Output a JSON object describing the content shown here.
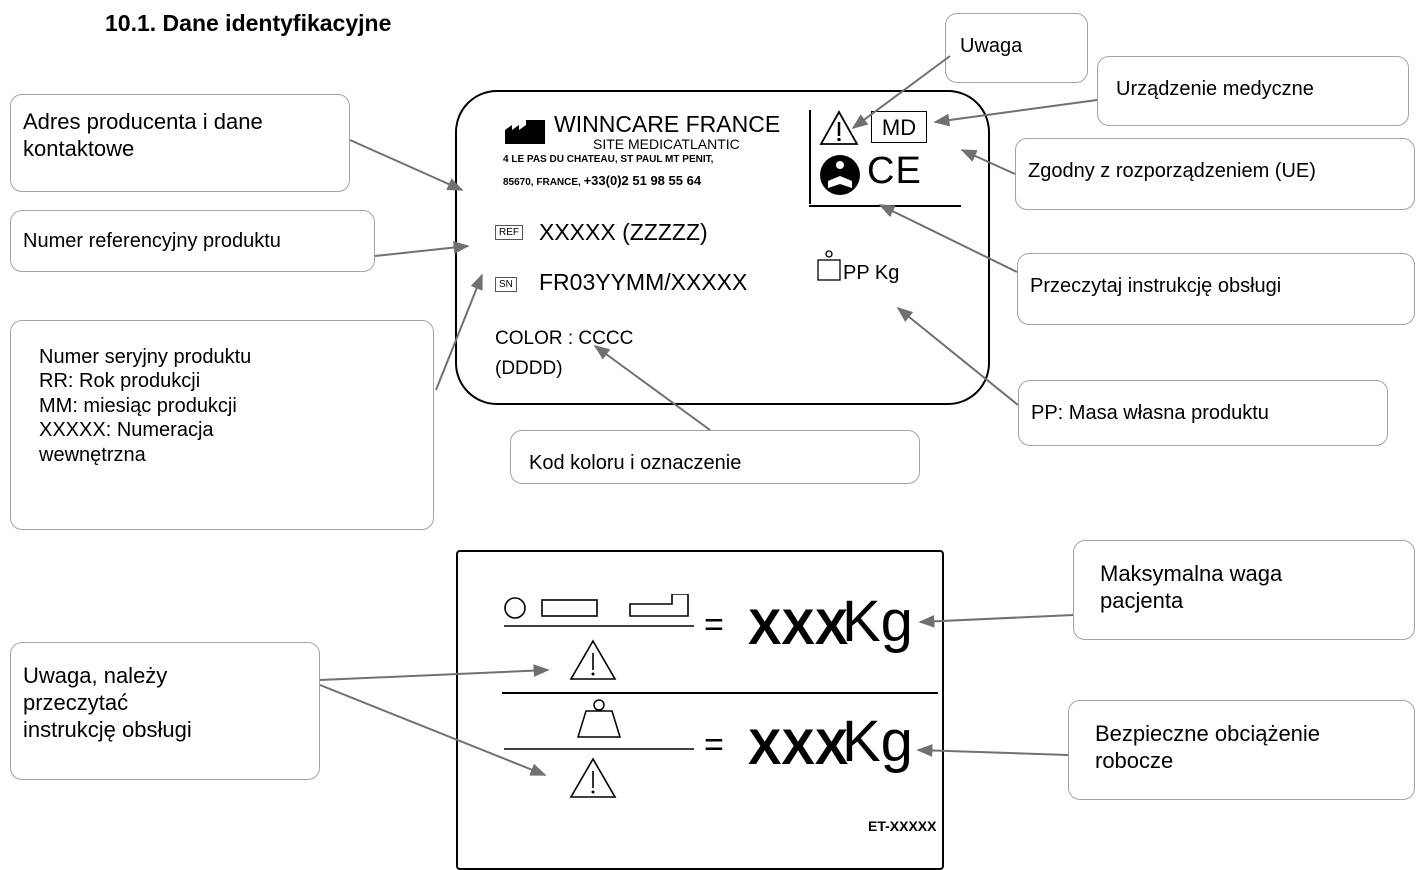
{
  "heading": "10.1. Dane identyfikacyjne",
  "callouts": {
    "address": [
      "Adres producenta i dane",
      "kontaktowe"
    ],
    "ref": "Numer referencyjny produktu",
    "serial": [
      "Numer seryjny produktu",
      "RR: Rok produkcji",
      "MM: miesiąc produkcji",
      "XXXXX: Numeracja",
      "wewnętrzna"
    ],
    "color": "Kod koloru i oznaczenie",
    "warning": "Uwaga",
    "medical": "Urządzenie medyczne",
    "compliant": "Zgodny z rozporządzeniem (UE)",
    "read_manual": "Przeczytaj instrukcję obsługi",
    "pp": "PP: Masa własna produktu",
    "max_weight": [
      "Maksymalna waga",
      "pacjenta"
    ],
    "safe_load": [
      "Bezpieczne obciążenie",
      "robocze"
    ],
    "warning_read": [
      "Uwaga, należy",
      "przeczytać",
      "instrukcję obsługi"
    ]
  },
  "label_top": {
    "company": "WINNCARE FRANCE",
    "site": "SITE MEDICATLANTIC",
    "addr1": "4 LE PAS DU CHATEAU, ST PAUL MT PENIT,",
    "addr2_prefix": "85670, FRANCE,",
    "phone": "+33(0)2 51 98 55 64",
    "md": "MD",
    "ce": "CE",
    "ref_code": "REF",
    "ref_value": "XXXXX (ZZZZZ)",
    "sn_code": "SN",
    "sn_value": "FR03YYMM/XXXXX",
    "weight": "PP Kg",
    "color_line1": "COLOR : CCCC",
    "color_line2": "(DDDD)"
  },
  "label_bottom": {
    "value1": "XXX",
    "unit1": "Kg",
    "value2": "XXX",
    "unit2": "Kg",
    "eq": "=",
    "code": "ET-XXXXX"
  },
  "colors": {
    "callout_border": "#a3a3a3",
    "arrow": "#707070"
  }
}
